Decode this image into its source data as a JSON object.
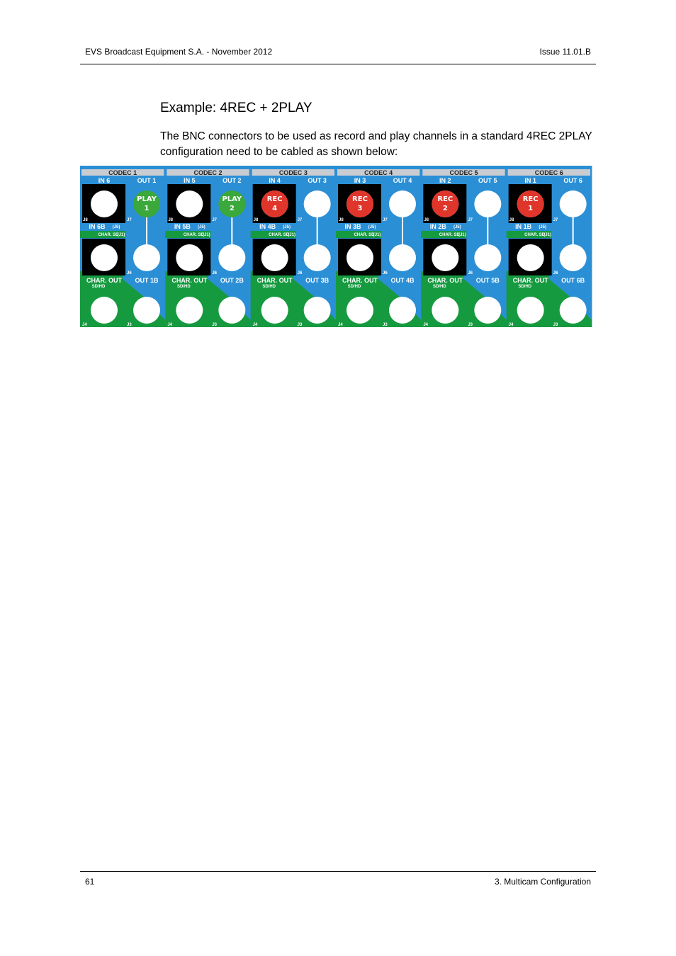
{
  "header": {
    "left": "EVS Broadcast Equipment S.A.  - November 2012",
    "right": "Issue 11.01.B"
  },
  "title": "Example: 4REC + 2PLAY",
  "paragraph": "The BNC connectors to be used as record and play channels in a standard 4REC 2PLAY configuration need to be cabled as shown below:",
  "panel": {
    "colors": {
      "blue": "#2b8fd6",
      "green": "#169a3f",
      "black": "#000000",
      "rec_red": "#e0352b",
      "play_green": "#3aa83a",
      "codec_bar": "#c9ccd0"
    },
    "labels": {
      "char_sd": "CHAR. SD",
      "char_sd_j1": "(J1)",
      "char_out": "CHAR. OUT",
      "sdhd": "SD/HD",
      "j5": "(J5)",
      "j8": "J8",
      "j7": "J7",
      "j6": "J6",
      "j4": "J4",
      "j3": "J3"
    },
    "codecs": [
      {
        "name": "CODEC 1",
        "in": "IN 6",
        "out": "OUT 1",
        "inb": "IN 6B",
        "outb": "OUT 1B",
        "badge": {
          "type": "play",
          "line1": "PLAY",
          "line2": "1"
        }
      },
      {
        "name": "CODEC 2",
        "in": "IN 5",
        "out": "OUT 2",
        "inb": "IN 5B",
        "outb": "OUT 2B",
        "badge": {
          "type": "play",
          "line1": "PLAY",
          "line2": "2"
        }
      },
      {
        "name": "CODEC 3",
        "in": "IN 4",
        "out": "OUT 3",
        "inb": "IN 4B",
        "outb": "OUT 3B",
        "badge": {
          "type": "rec",
          "line1": "REC",
          "line2": "4"
        }
      },
      {
        "name": "CODEC 4",
        "in": "IN 3",
        "out": "OUT 4",
        "inb": "IN 3B",
        "outb": "OUT 4B",
        "badge": {
          "type": "rec",
          "line1": "REC",
          "line2": "3"
        }
      },
      {
        "name": "CODEC 5",
        "in": "IN 2",
        "out": "OUT 5",
        "inb": "IN 2B",
        "outb": "OUT 5B",
        "badge": {
          "type": "rec",
          "line1": "REC",
          "line2": "2"
        }
      },
      {
        "name": "CODEC 6",
        "in": "IN 1",
        "out": "OUT 6",
        "inb": "IN 1B",
        "outb": "OUT 6B",
        "badge": {
          "type": "rec",
          "line1": "REC",
          "line2": "1"
        }
      }
    ]
  },
  "footer": {
    "left": "61",
    "right": "3. Multicam Configuration"
  }
}
